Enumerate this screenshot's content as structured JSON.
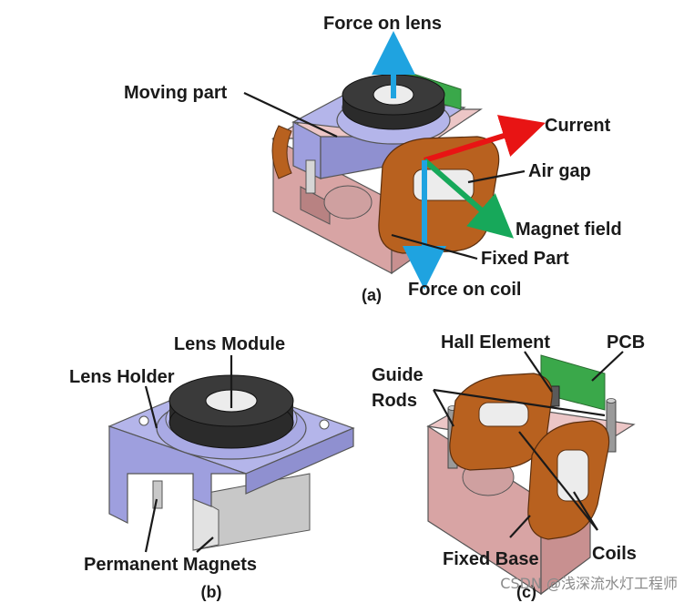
{
  "panels": {
    "a": {
      "caption": "(a)",
      "labels": {
        "force_on_lens": "Force on lens",
        "moving_part": "Moving part",
        "current": "Current",
        "air_gap": "Air gap",
        "magnet_field": "Magnet field",
        "fixed_part": "Fixed Part",
        "force_on_coil": "Force on coil"
      }
    },
    "b": {
      "caption": "(b)",
      "labels": {
        "lens_module": "Lens Module",
        "lens_holder": "Lens Holder",
        "permanent_magnets": "Permanent Magnets"
      }
    },
    "c": {
      "caption": "(c)",
      "labels": {
        "hall_element": "Hall Element",
        "pcb": "PCB",
        "guide": "Guide",
        "rods": "Rods",
        "fixed_base": "Fixed Base",
        "coils": "Coils"
      }
    }
  },
  "watermark": "CSDN @浅深流水灯工程师",
  "colors": {
    "force_arrow": "#1fa3e0",
    "current_arrow": "#e81414",
    "field_arrow": "#17a85a",
    "base": "#d8a4a4",
    "holder": "#9e9fde",
    "coil": "#b8611f",
    "lens": "#2b2b2b",
    "pcb": "#3aa84a",
    "magnet": "#c8c8c8"
  },
  "icons": [
    "arrow-up",
    "arrow-right",
    "arrow-down",
    "arrow-diagonal",
    "leader-line"
  ]
}
